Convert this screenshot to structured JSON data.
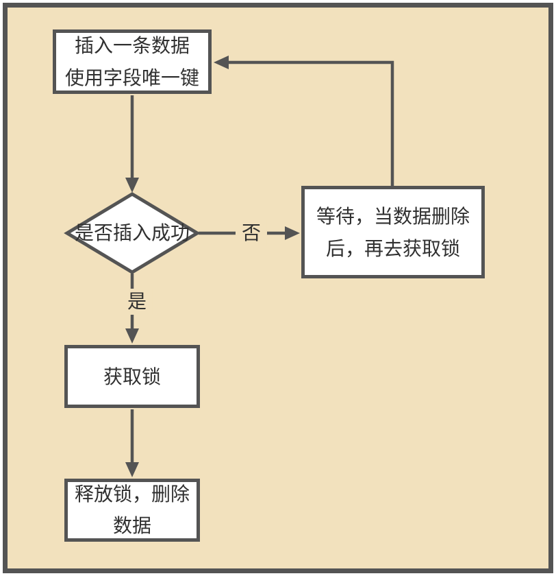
{
  "palette": {
    "page_background": "#ffffff",
    "canvas_background": "#f2e1bd",
    "line_color": "#545454",
    "node_fill": "#ffffff",
    "text_color": "#303030"
  },
  "nodes": {
    "insert": {
      "type": "process",
      "label": "插入一条数据\n使用字段唯一键"
    },
    "decision": {
      "type": "decision",
      "label": "是否插入成功"
    },
    "wait": {
      "type": "process",
      "label": "等待，当数据删除\n后，再去获取锁"
    },
    "acquire": {
      "type": "process",
      "label": "获取锁"
    },
    "release": {
      "type": "process",
      "label": "释放锁，删除\n数据"
    }
  },
  "edges": {
    "decision_no_label": "否",
    "decision_yes_label": "是"
  }
}
